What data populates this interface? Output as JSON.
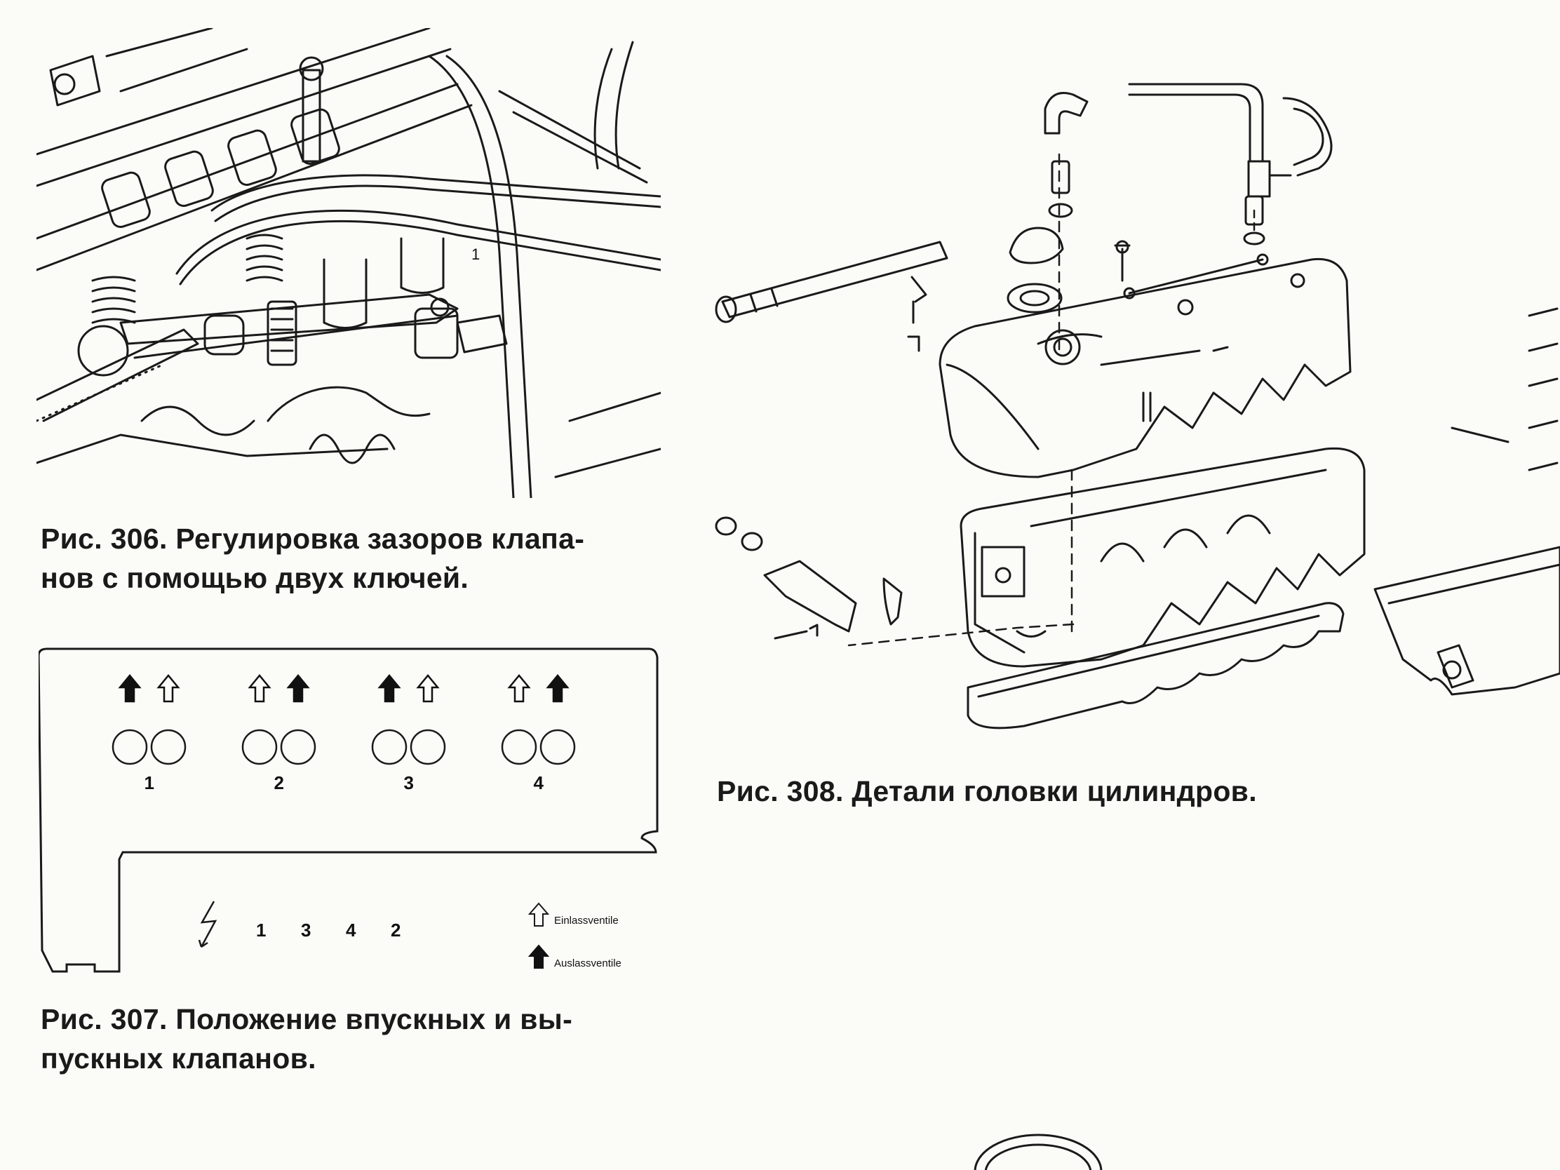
{
  "figures": {
    "fig306": {
      "caption_line1": "Рис. 306. Регулировка зазоров клапа-",
      "caption_line2": "нов с помощью двух ключей.",
      "callout": "1"
    },
    "fig307": {
      "caption_line1": "Рис. 307. Положение впускных и вы-",
      "caption_line2": "пускных клапанов.",
      "cylinders": [
        {
          "label": "1",
          "valves": [
            "exhaust",
            "intake"
          ]
        },
        {
          "label": "2",
          "valves": [
            "intake",
            "exhaust"
          ]
        },
        {
          "label": "3",
          "valves": [
            "exhaust",
            "intake"
          ]
        },
        {
          "label": "4",
          "valves": [
            "intake",
            "exhaust"
          ]
        }
      ],
      "firing_order": [
        "1",
        "3",
        "4",
        "2"
      ],
      "legend": {
        "intake": "Einlassventile",
        "exhaust": "Auslassventile"
      },
      "icons": {
        "intake": "hollow-up-arrow-icon",
        "exhaust": "solid-up-arrow-icon",
        "ignition": "lightning-icon"
      }
    },
    "fig308": {
      "caption": "Рис. 308. Детали головки цилиндров."
    }
  },
  "colors": {
    "paper": "#fbfbf8",
    "ink": "#151515"
  }
}
